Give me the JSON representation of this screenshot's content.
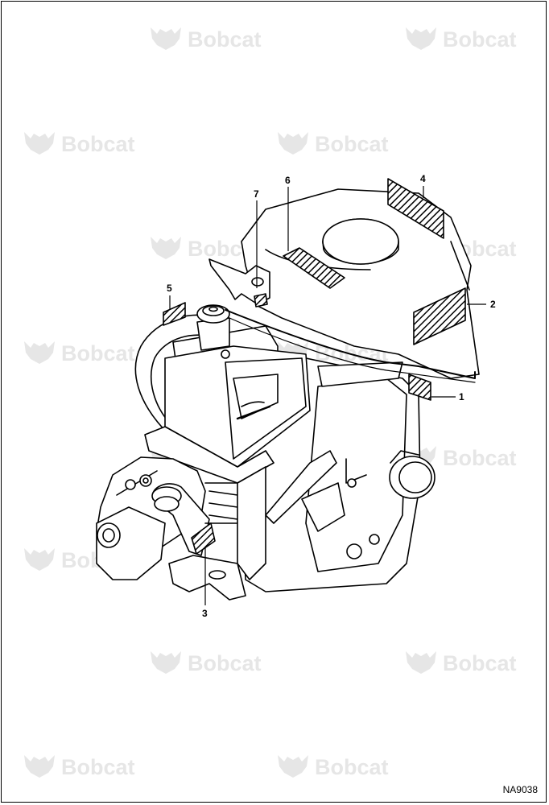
{
  "diagram": {
    "callouts": [
      {
        "id": "c1",
        "label": "1"
      },
      {
        "id": "c2",
        "label": "2"
      },
      {
        "id": "c3",
        "label": "3"
      },
      {
        "id": "c4",
        "label": "4"
      },
      {
        "id": "c5",
        "label": "5"
      },
      {
        "id": "c6",
        "label": "6"
      },
      {
        "id": "c7",
        "label": "7"
      }
    ],
    "reference_code": "NA9038"
  },
  "watermark": {
    "text": "Bobcat",
    "mark": "bobcat-logo-icon",
    "color": "#e6e6e6"
  },
  "colors": {
    "line": "#000000",
    "background": "#ffffff"
  }
}
